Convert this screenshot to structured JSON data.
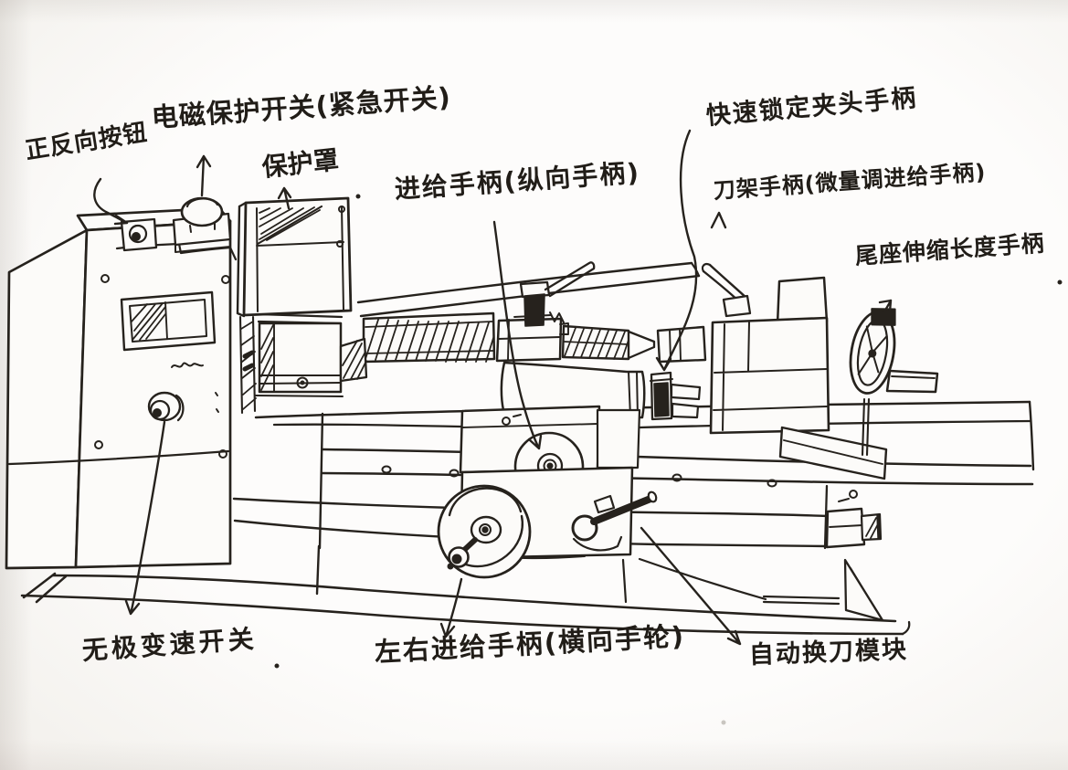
{
  "page": {
    "type": "hand-drawn annotated sketch of a bench lathe",
    "paper_color": "#fcfbf9",
    "ink_color": "#26221d"
  },
  "annotations": [
    {
      "id": "forward-reverse-button",
      "text": "正反向按钮"
    },
    {
      "id": "electromagnetic-protection-switch",
      "text": "电磁保护开关(紧急开关)"
    },
    {
      "id": "protective-cover",
      "text": "保护罩"
    },
    {
      "id": "feed-handle-longitudinal",
      "text": "进给手柄(纵向手柄)"
    },
    {
      "id": "quick-lock-chuck-handle",
      "text": "快速锁定夹头手柄"
    },
    {
      "id": "tool-post-handle",
      "text": "刀架手柄(微量调进给手柄)"
    },
    {
      "id": "tailstock-extension-handle",
      "text": "尾座伸缩长度手柄"
    },
    {
      "id": "stepless-speed-switch",
      "text": "无极变速开关"
    },
    {
      "id": "cross-feed-handle",
      "text": "左右进给手柄(横向手轮)"
    },
    {
      "id": "auto-tool-change-module",
      "text": "自动换刀模块"
    }
  ]
}
